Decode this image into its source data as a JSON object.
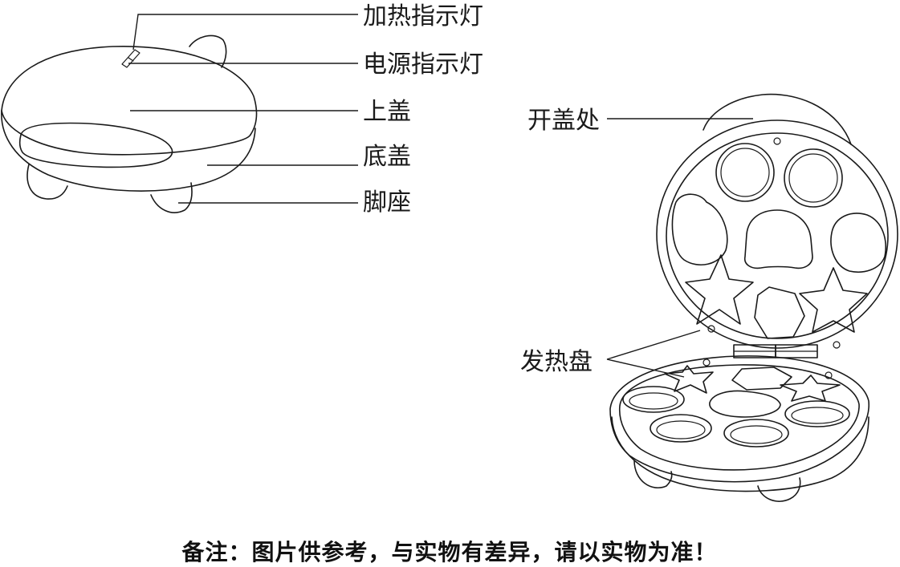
{
  "labels": {
    "heating_indicator": "加热指示灯",
    "power_indicator": "电源指示灯",
    "upper_lid": "上盖",
    "bottom_cover": "底盖",
    "foot": "脚座",
    "lid_opening": "开盖处",
    "heating_plate": "发热盘"
  },
  "note": "备注：图片供参考，与实物有差异，请以实物为准！"
}
